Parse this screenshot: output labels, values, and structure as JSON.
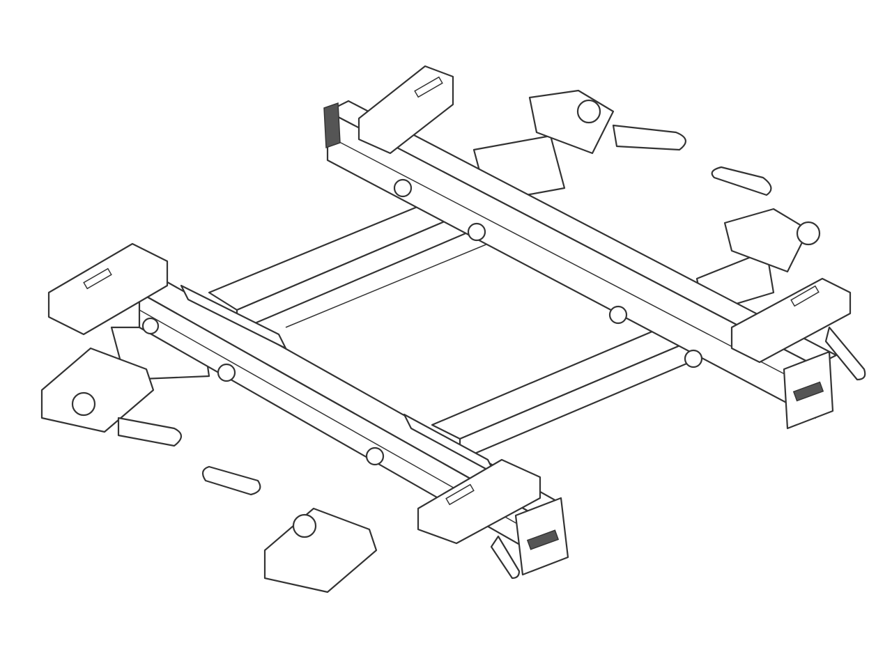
{
  "drawing": {
    "background": "#ffffff",
    "line_color": "#333333",
    "parts": [
      "rear-crossbar",
      "front-crossbar",
      "left-rail",
      "right-rail",
      "clamp-brackets",
      "end-caps",
      "bolts"
    ]
  }
}
